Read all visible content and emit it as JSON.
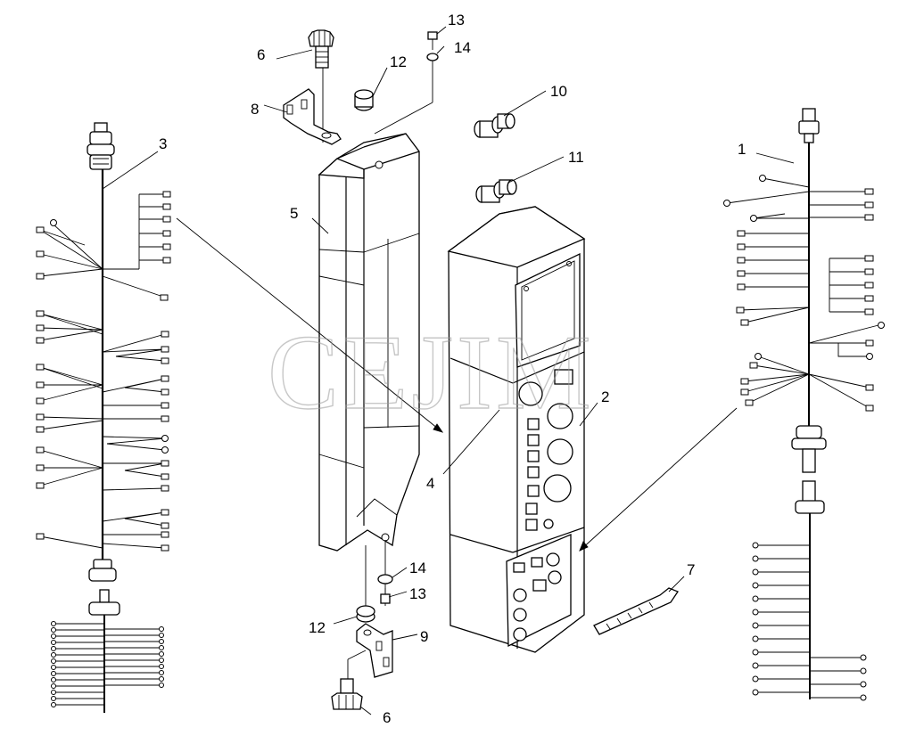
{
  "watermark": "CEJIM",
  "callouts": [
    "1",
    "2",
    "3",
    "4",
    "5",
    "6",
    "6",
    "7",
    "8",
    "9",
    "10",
    "11",
    "12",
    "12",
    "13",
    "13",
    "14",
    "14"
  ],
  "colors": {
    "line": "#000000",
    "watermark": "#9a9a9a",
    "background": "#ffffff"
  }
}
